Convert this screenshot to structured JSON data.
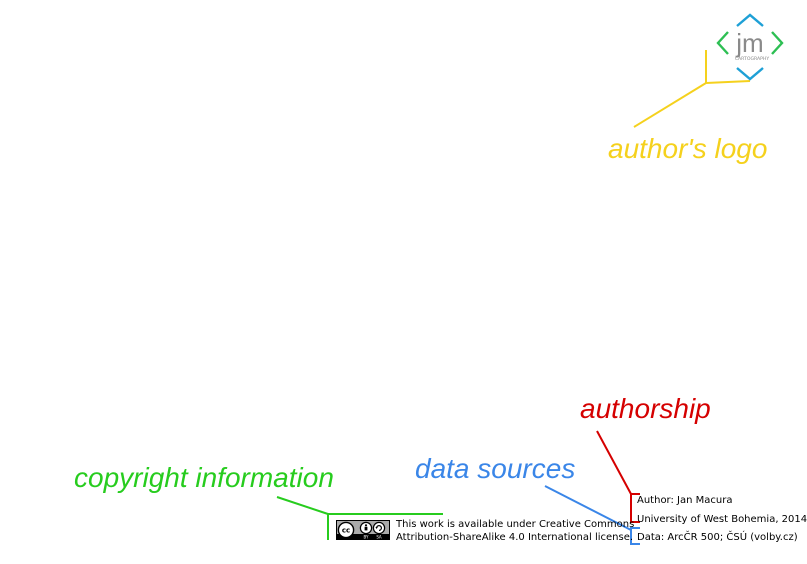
{
  "labels": {
    "logo_label": "author's logo",
    "authorship_label": "authorship",
    "data_sources_label": "data sources",
    "copyright_label": "copyright information"
  },
  "logo": {
    "monogram": "jm",
    "subtitle": "CARTOGRAPHY"
  },
  "authorship": {
    "author": "Author: Jan Macura",
    "institution": "University of West Bohemia, 2014"
  },
  "data_sources": {
    "text": "Data: ArcČR 500; ČSÚ (volby.cz)"
  },
  "copyright": {
    "license_line1": "This work is available under Creative Commons",
    "license_line2": "Attribution-ShareAlike 4.0 International license.",
    "cc_badge": {
      "mark": "cc",
      "by": "BY",
      "sa": "SA"
    }
  },
  "colors": {
    "logo": "#f5d11d",
    "authorship": "#d50000",
    "data_sources": "#3a86e8",
    "copyright": "#27cc1e",
    "logo_green": "#2dbf53",
    "logo_blue": "#1ea0d6"
  }
}
